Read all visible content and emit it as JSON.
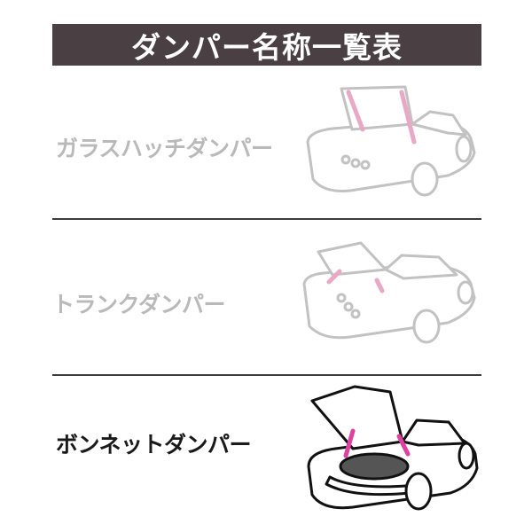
{
  "header": {
    "title": "ダンパー名称一覧表"
  },
  "rows": [
    {
      "label": "ガラスハッチダンパー",
      "state": "inactive"
    },
    {
      "label": "トランクダンパー",
      "state": "inactive"
    },
    {
      "label": "ボンネットダンパー",
      "state": "active"
    }
  ],
  "icons": [
    "car-glass-hatch-icon",
    "car-trunk-icon",
    "car-bonnet-icon"
  ],
  "colors": {
    "banner": "#4a4043",
    "dim_text": "#b9b9b9",
    "active_text": "#1a1a1a",
    "damper": "#e85aa0"
  }
}
